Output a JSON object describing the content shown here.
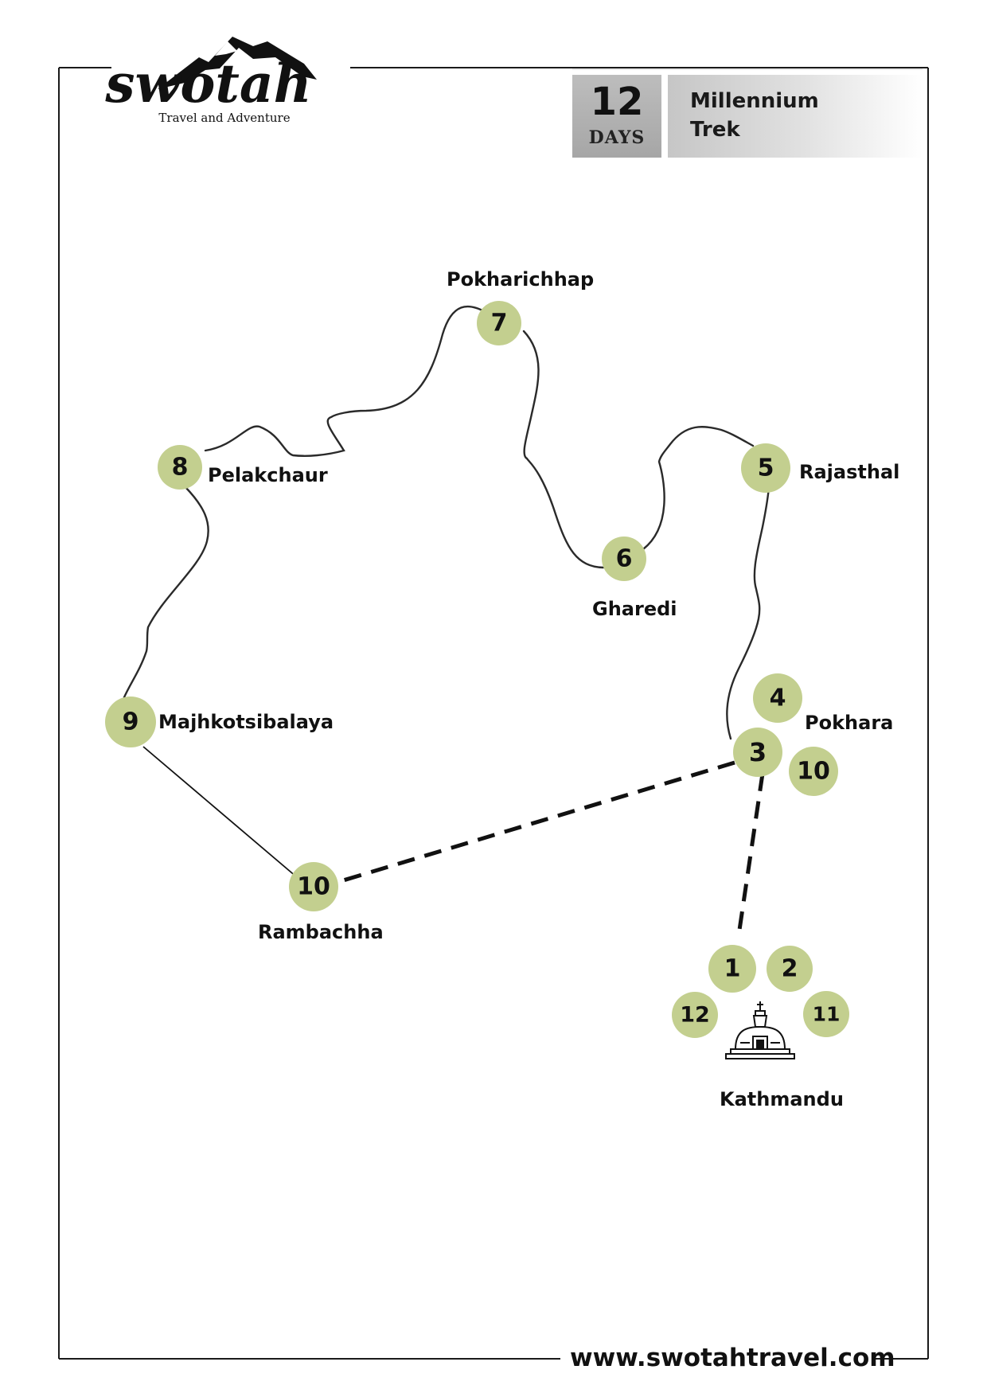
{
  "brand": {
    "name": "swotah",
    "tagline": "Travel and Adventure",
    "logo_icon": "mountain-logo-icon"
  },
  "badge": {
    "days_number": "12",
    "days_unit": "DAYS",
    "title_line1": "Millennium",
    "title_line2": "Trek"
  },
  "route": {
    "stops": [
      {
        "label": "Kathmandu",
        "days": [
          "1",
          "2",
          "11",
          "12"
        ],
        "icon": "stupa-icon"
      },
      {
        "label": "Pokhara",
        "days": [
          "3",
          "4",
          "10"
        ]
      },
      {
        "label": "Rajasthal",
        "days": [
          "5"
        ]
      },
      {
        "label": "Gharedi",
        "days": [
          "6"
        ]
      },
      {
        "label": "Pokharichhap",
        "days": [
          "7"
        ]
      },
      {
        "label": "Pelakchaur",
        "days": [
          "8"
        ]
      },
      {
        "label": "Majhkotsibalaya",
        "days": [
          "9"
        ]
      },
      {
        "label": "Rambachha",
        "days": [
          "10"
        ]
      }
    ],
    "legend_styles": {
      "trek": "solid-line",
      "drive": "dashed-line"
    }
  },
  "footer": {
    "website": "www.swotahtravel.com"
  },
  "colors": {
    "marker": "#c3cf8f",
    "line": "#111111",
    "badge_dark": "#aaaaaa",
    "badge_light": "#e2e2e2"
  }
}
